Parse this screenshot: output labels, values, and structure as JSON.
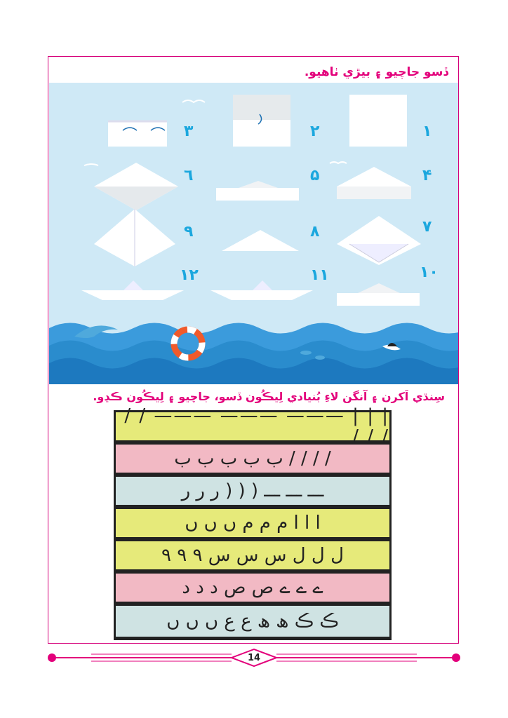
{
  "instruction_top": "ڏسو جاچيو ۽ بيڙي ٺاهيو.",
  "instruction_bottom": "سِنڌي اَکرن ۽ آنگن لاءِ بُنيادي لِيڪُون ڏسو، جاچيو ۽ لِيڪُون ڪڍو.",
  "steps": [
    "١",
    "٢",
    "٣",
    "۴",
    "۵",
    "٦",
    "٧",
    "٨",
    "٩",
    "١٠",
    "١١",
    "١٢"
  ],
  "colors": {
    "accent": "#e3007b",
    "step_number": "#1ba7de",
    "sky": "#cfe9f6",
    "sea": "#2a8ccd",
    "row_yellow": "#e6ea7a",
    "row_pink": "#f2b9c4",
    "row_blue": "#cfe3e3"
  },
  "trace_rows": [
    {
      "color": "yellow",
      "text": "| | | ——— ——— ——— / / / / /"
    },
    {
      "color": "pink",
      "text": "/ / / / ب ب ب ب ب"
    },
    {
      "color": "blue",
      "text": "ـــ ـــ ـــ ( ( ( ر ر ر"
    },
    {
      "color": "yellow",
      "text": "ا ا ا م م م ں ں ں"
    },
    {
      "color": "yellow",
      "text": "ل ل ل س س س ٩ ٩ ٩"
    },
    {
      "color": "pink",
      "text": "ے ے ے ص ص د د د"
    },
    {
      "color": "blue",
      "text": "ڪ ڪ ھ ھ ع ع ں ں ں"
    }
  ],
  "page_number": "14"
}
